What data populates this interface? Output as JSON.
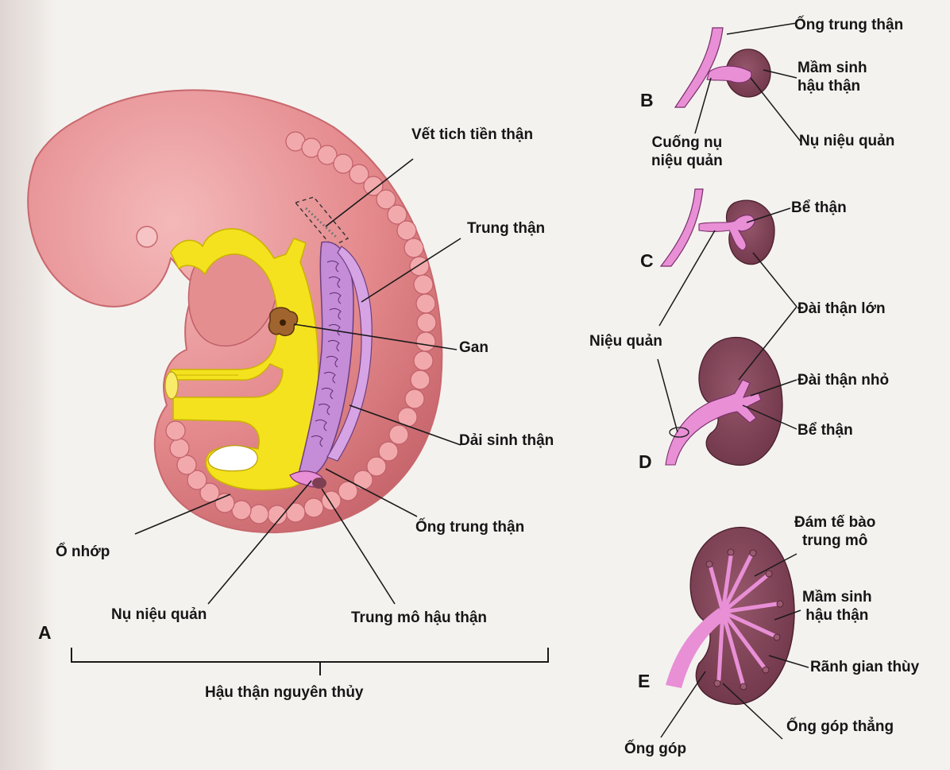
{
  "labels": {
    "A": "A",
    "B": "B",
    "C": "C",
    "D": "D",
    "E": "E",
    "vet_tich_tien_than": "Vết tich tiền thận",
    "trung_than": "Trung thận",
    "gan": "Gan",
    "dai_sinh_than": "Dải sinh thận",
    "ong_trung_than_a": "Ống trung thận",
    "o_nhop": "Ổ nhớp",
    "nu_nieu_quan_a": "Nụ niệu quản",
    "trung_mo_hau_than": "Trung mô hậu thận",
    "hau_than_nguyen_thuy": "Hậu thận nguyên thủy",
    "ong_trung_than_b": "Ống trung thận",
    "mam_sinh_hau_than_b": "Mầm sinh\nhậu thận",
    "nu_nieu_quan_b": "Nụ niệu quản",
    "cuong_nu_nieu_quan": "Cuống nụ\nniệu quản",
    "be_than_c": "Bể thận",
    "dai_than_lon": "Đài thận lớn",
    "nieu_quan": "Niệu quản",
    "dai_than_nho": "Đài thận nhỏ",
    "be_than_d": "Bể thận",
    "dam_te_bao_trung_mo": "Đám tế bào\ntrung mô",
    "mam_sinh_hau_than_e": "Mầm sinh\nhậu thận",
    "ranh_gian_thuy": "Rãnh gian thùy",
    "ong_gop_thang": "Ống góp thẳng",
    "ong_gop": "Ống góp"
  },
  "colors": {
    "embryo": "#e2888a",
    "embryo_dark": "#b9565c",
    "yellow": "#f5e21f",
    "mesonephros": "#c58cd8",
    "kidney": "#7e3f52",
    "ureter": "#e88fd6",
    "line": "#1a1a1a"
  }
}
